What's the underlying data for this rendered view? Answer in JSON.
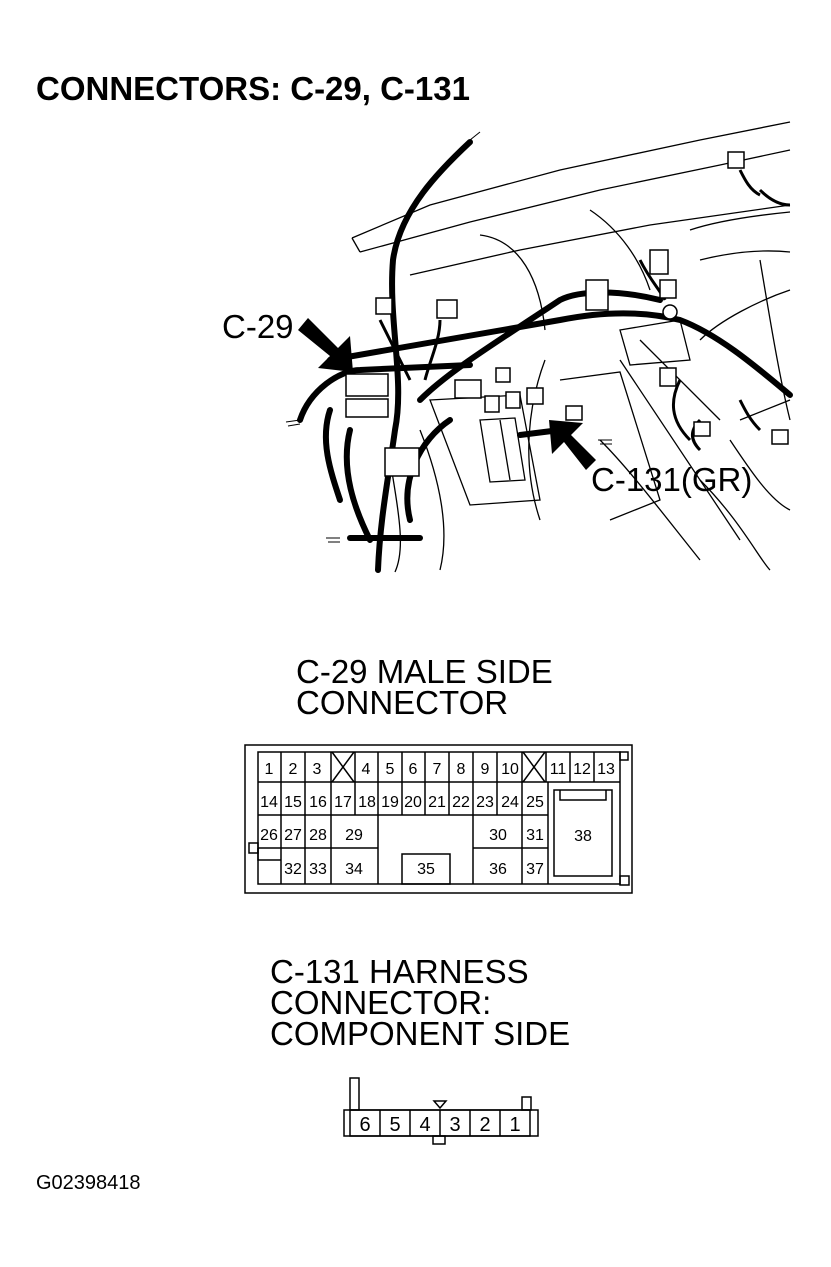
{
  "title": "CONNECTORS: C-29, C-131",
  "illustration": {
    "callout_c29": "C-29",
    "callout_c131": "C-131(GR)"
  },
  "c29": {
    "heading_line1": "C-29 MALE SIDE",
    "heading_line2": "CONNECTOR",
    "row1": [
      "1",
      "2",
      "3",
      "4",
      "5",
      "6",
      "7",
      "8",
      "9",
      "10",
      "11",
      "12",
      "13"
    ],
    "row2": [
      "14",
      "15",
      "16",
      "17",
      "18",
      "19",
      "20",
      "21",
      "22",
      "23",
      "24",
      "25"
    ],
    "row3": [
      "26",
      "27",
      "28",
      "29",
      "30",
      "31"
    ],
    "row4": [
      "32",
      "33",
      "34",
      "35",
      "36",
      "37"
    ],
    "big": "38"
  },
  "c131": {
    "heading_line1": "C-131 HARNESS",
    "heading_line2": "CONNECTOR:",
    "heading_line3": "COMPONENT SIDE",
    "pins": [
      "6",
      "5",
      "4",
      "3",
      "2",
      "1"
    ]
  },
  "figure_code": "G02398418"
}
